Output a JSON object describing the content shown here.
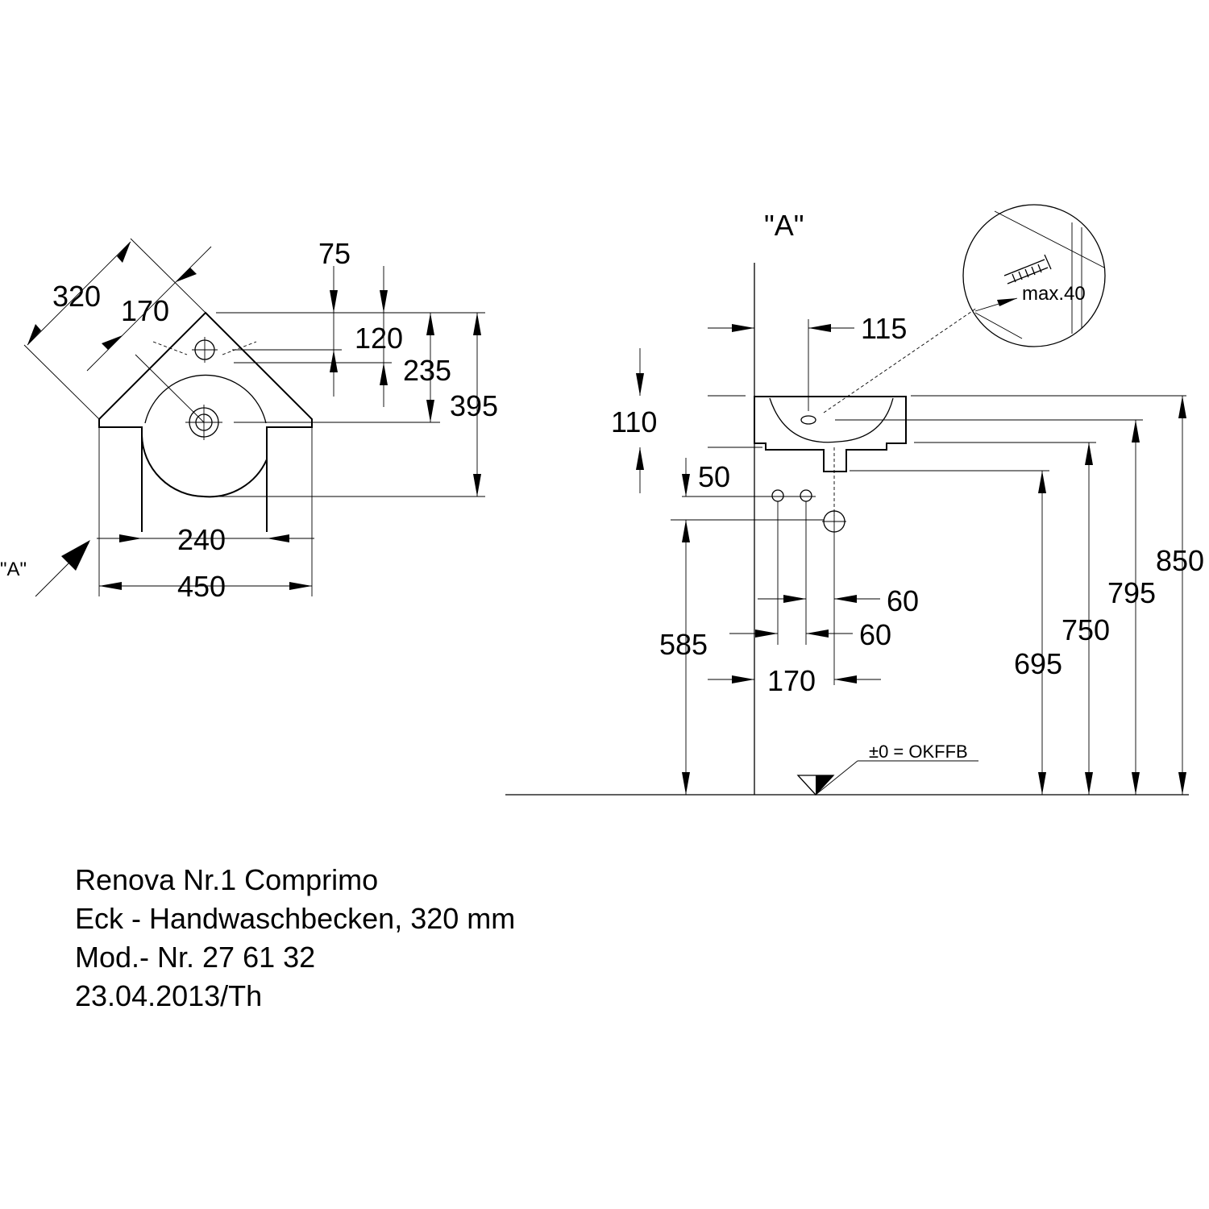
{
  "title_block": {
    "line1": "Renova Nr.1 Comprimo",
    "line2": "Eck - Handwaschbecken, 320 mm",
    "line3": "Mod.- Nr. 27 61 32",
    "line4": "23.04.2013/Th"
  },
  "plan_view": {
    "view_marker": "\"A\"",
    "dims": {
      "d320": "320",
      "d170": "170",
      "d75": "75",
      "d120": "120",
      "d235": "235",
      "d395": "395",
      "d240": "240",
      "d450": "450"
    }
  },
  "side_view": {
    "view_label": "\"A\"",
    "detail_label": "max.40",
    "floor_ref": "±0 = OKFFB",
    "dims": {
      "d115": "115",
      "d110": "110",
      "d50": "50",
      "d60a": "60",
      "d60b": "60",
      "d170": "170",
      "d585": "585",
      "d695": "695",
      "d750": "750",
      "d795": "795",
      "d850": "850"
    }
  }
}
